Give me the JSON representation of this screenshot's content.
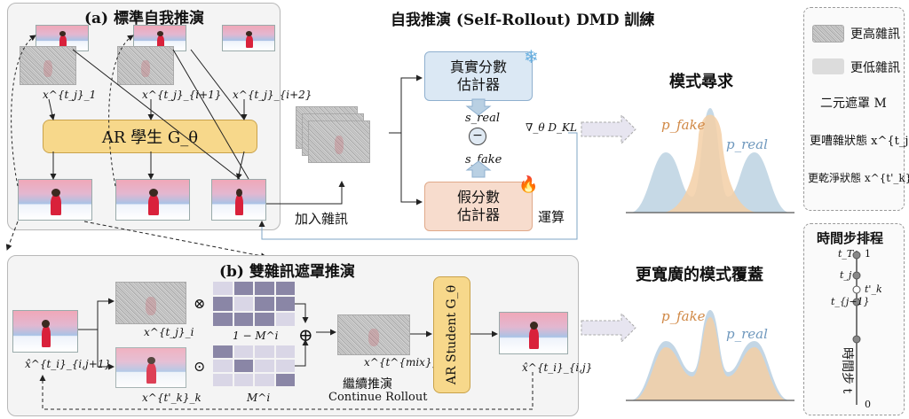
{
  "main_title": "自我推演 (Self-Rollout) DMD 訓練",
  "panel_a": {
    "title": "(a) 標準自我推演",
    "labels": [
      "x^{t_j}_1",
      "x^{t_j}_{i+1}",
      "x^{t_j}_{i+2}"
    ],
    "student": "AR 學生 G_θ"
  },
  "add_noise": "加入雜訊",
  "real_score": {
    "line1": "真實分數",
    "line2": "估計器",
    "symbol": "s_real"
  },
  "fake_score": {
    "line1": "假分數",
    "line2": "估計器",
    "symbol": "s_fake"
  },
  "grad_label": "∇_θ D_KL",
  "compute_label": "運算",
  "mode_seeking": {
    "title": "模式尋求",
    "p_fake": "p_fake",
    "p_real": "p_real"
  },
  "mode_covering": {
    "title": "更寬廣的模式覆蓋",
    "p_fake": "p_fake",
    "p_real": "p_real"
  },
  "panel_b": {
    "title": "(b) 雙雜訊遮罩推演",
    "x_hat_in": "x̂^{t_i}_{i,j+1}",
    "x_top": "x^{t_j}_i",
    "x_bottom": "x^{t'_k}_k",
    "mask_top": "1 − M^i",
    "mask_bottom": "M^i",
    "x_mix": "x^{t^{mix}}_i",
    "continue_cn": "繼續推演",
    "continue_en": "Continue Rollout",
    "student": "AR Student G_θ",
    "x_hat_out": "x̂^{t_i}_{i,j}"
  },
  "legend": {
    "higher_noise": "更高雜訊",
    "lower_noise": "更低雜訊",
    "binary_mask": "二元遮罩 M",
    "noisier_state": "更嘈雜狀態 x^{t_j}",
    "cleaner_state": "更乾淨狀態 x^{t'_k}_k"
  },
  "timestep": {
    "title": "時間步排程",
    "axis_label": "時間步 t",
    "t_T": "t_T",
    "t_j": "t_j",
    "t_k": "t'_k",
    "t_j1": "t_{j−1}",
    "one": "1",
    "zero": "0"
  },
  "colors": {
    "gold": "#f7d88b",
    "fake": "#e6a56f",
    "real": "#7fa6c6"
  }
}
